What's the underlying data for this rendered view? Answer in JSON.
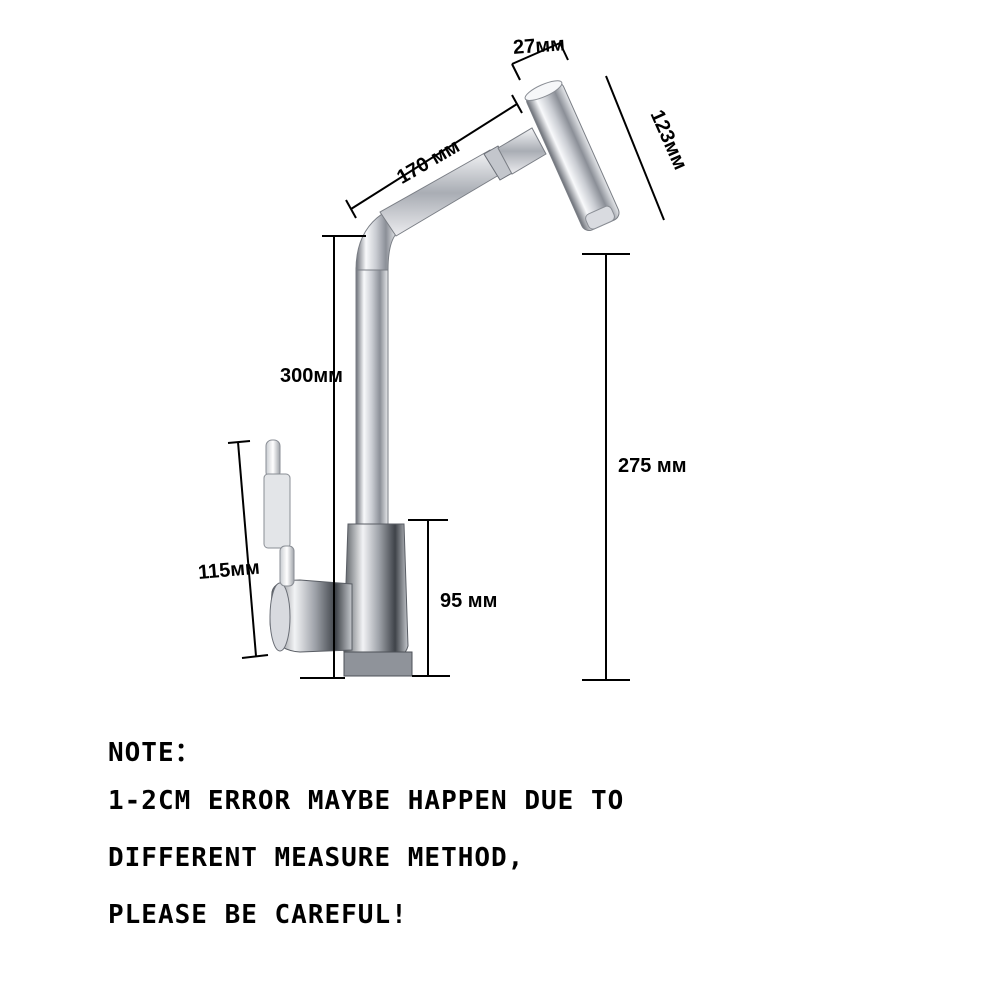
{
  "dimensions": {
    "spout_outlet_diameter": "27мм",
    "spout_length": "170 мм",
    "outlet_height_segment": "123мм",
    "total_height": "300мм",
    "outlet_height": "275 мм",
    "handle_height": "115мм",
    "base_height": "95 мм"
  },
  "note": {
    "heading": "NOTE：",
    "line1": "1-2CM ERROR MAYBE HAPPEN DUE TO",
    "line2": "DIFFERENT MEASURE METHOD,",
    "line3": "PLEASE BE CAREFUL!"
  },
  "colors": {
    "chrome_light": "#f4f5f7",
    "chrome_mid": "#b8bcc4",
    "chrome_dark": "#4a4e56",
    "line": "#000000"
  }
}
